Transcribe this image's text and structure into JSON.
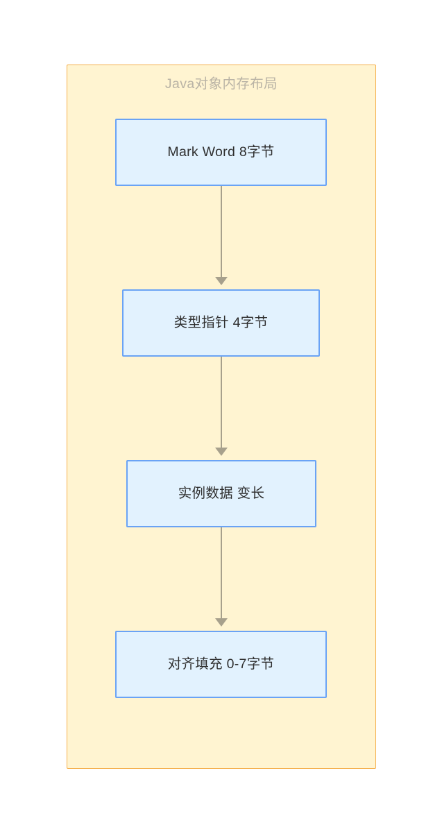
{
  "diagram": {
    "type": "flowchart",
    "direction": "top-to-bottom",
    "background_color": "#ffffff",
    "subgraph": {
      "title": "Java对象内存布局",
      "fill_color": "#fff4d1",
      "border_color": "#f5ae4a",
      "title_color": "#b9b3a5"
    },
    "node_style": {
      "fill_color": "#e2f2fe",
      "border_color": "#6aa3f5",
      "text_color": "#2f2f2f"
    },
    "edge_style": {
      "line_color": "#a7a08c",
      "arrow_type": "filled-triangle"
    },
    "nodes": [
      {
        "id": "mark-word",
        "label": "Mark Word 8字节"
      },
      {
        "id": "klass-ptr",
        "label": "类型指针 4字节"
      },
      {
        "id": "instance",
        "label": "实例数据 变长"
      },
      {
        "id": "padding",
        "label": "对齐填充 0-7字节"
      }
    ],
    "edges": [
      {
        "from": "mark-word",
        "to": "klass-ptr",
        "label": ""
      },
      {
        "from": "klass-ptr",
        "to": "instance",
        "label": ""
      },
      {
        "from": "instance",
        "to": "padding",
        "label": ""
      }
    ]
  }
}
